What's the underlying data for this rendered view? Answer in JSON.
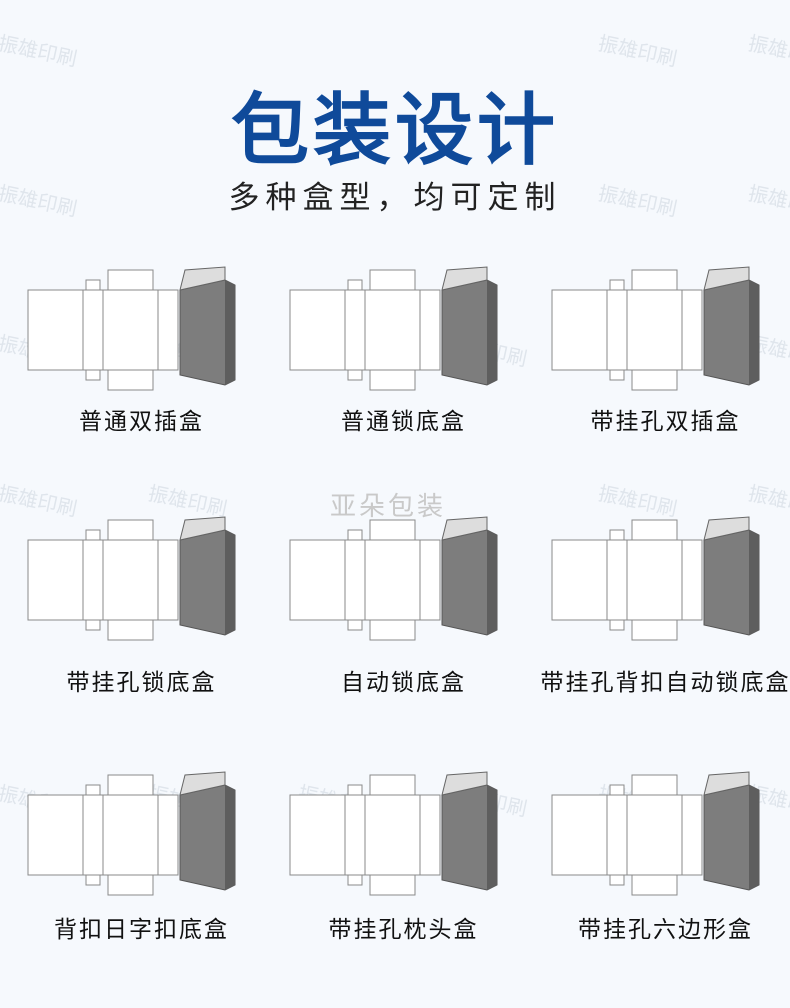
{
  "watermark": "振雄印刷",
  "watermark2": "亚朵包装",
  "title": "包装设计",
  "subtitle": "多种盒型，均可定制",
  "colors": {
    "title": "#0f4a9a",
    "box": "#7d7d7d",
    "line": "#888888"
  },
  "items": [
    {
      "label": "普通双插盒"
    },
    {
      "label": "普通锁底盒"
    },
    {
      "label": "带挂孔双插盒"
    },
    {
      "label": "带挂孔锁底盒"
    },
    {
      "label": "自动锁底盒"
    },
    {
      "label": "带挂孔背扣自动锁底盒"
    },
    {
      "label": "背扣日字扣底盒"
    },
    {
      "label": "带挂孔枕头盒"
    },
    {
      "label": "带挂孔六边形盒"
    }
  ]
}
